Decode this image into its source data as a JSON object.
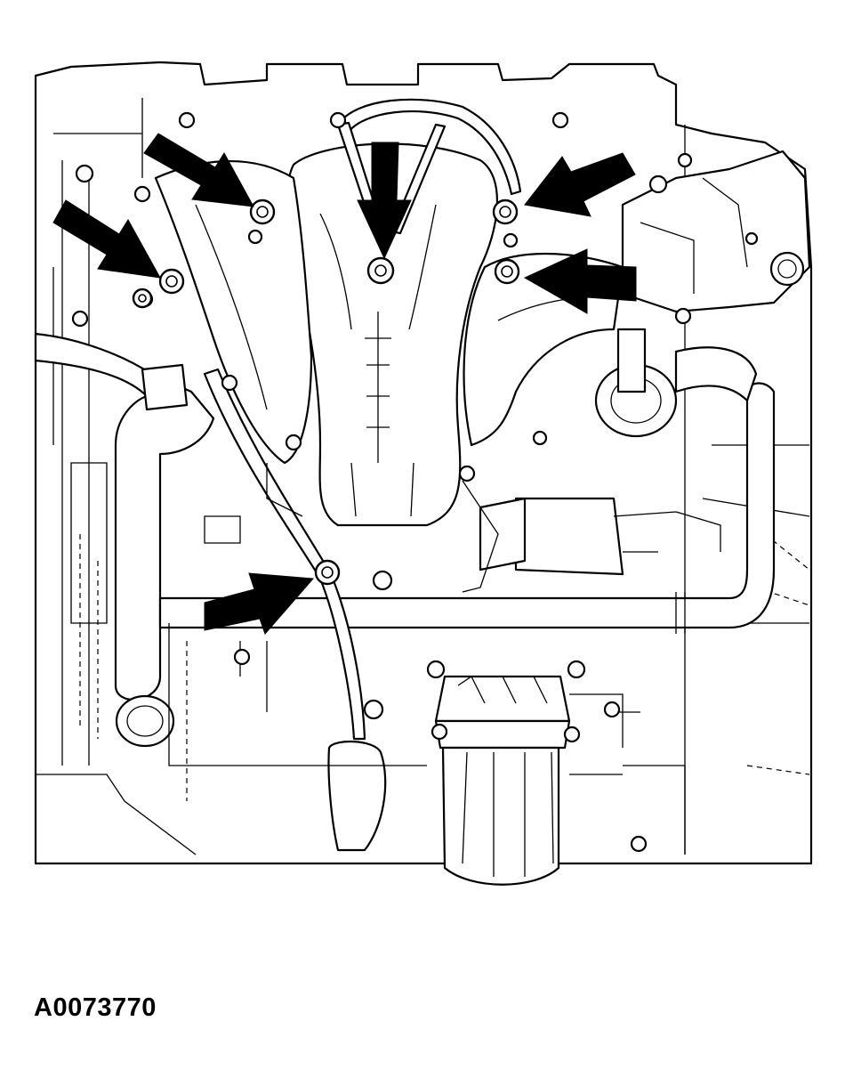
{
  "figure": {
    "id_label": "A0073770",
    "indicator_arrows": 6,
    "highlighted_fasteners": 7
  }
}
